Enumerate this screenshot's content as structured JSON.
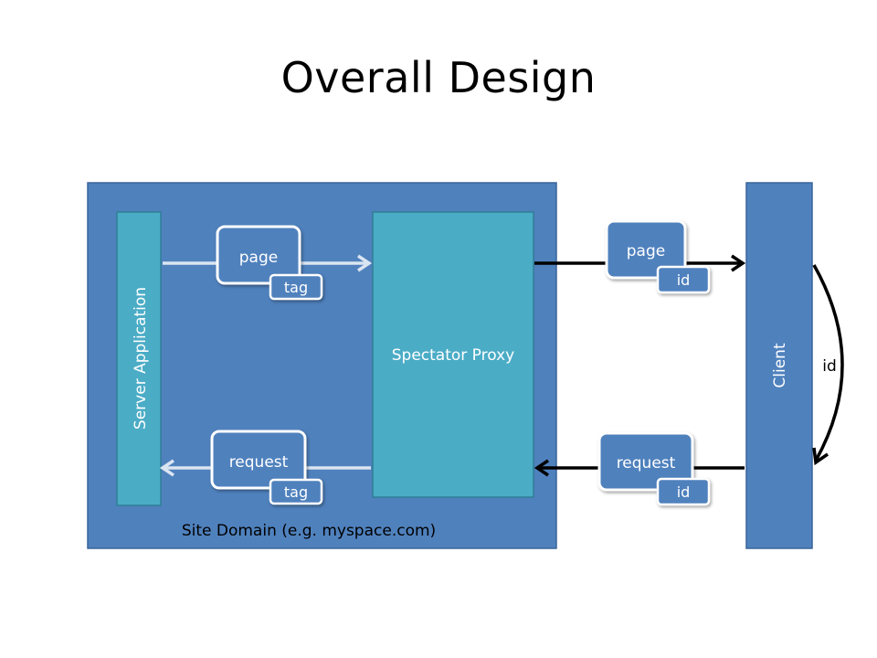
{
  "title": "Overall Design",
  "labels": {
    "site_domain": "Site Domain (e.g. myspace.com)",
    "server_application": "Server Application",
    "spectator_proxy": "Spectator Proxy",
    "client": "Client",
    "client_loop_id": "id"
  },
  "messages": {
    "server_to_proxy": {
      "main": "page",
      "badge": "tag"
    },
    "proxy_to_server": {
      "main": "request",
      "badge": "tag"
    },
    "proxy_to_client": {
      "main": "page",
      "badge": "id"
    },
    "client_to_proxy": {
      "main": "request",
      "badge": "id"
    }
  },
  "colors": {
    "domain_fill": "#4f81bd",
    "domain_border": "#3a659a",
    "inner_fill": "#4bacc6",
    "inner_border": "#2f7f96",
    "message_fill": "#4f81bd",
    "message_border": "#ffffff",
    "light_arrow": "#dbe5f1",
    "dark_arrow": "#000000"
  }
}
